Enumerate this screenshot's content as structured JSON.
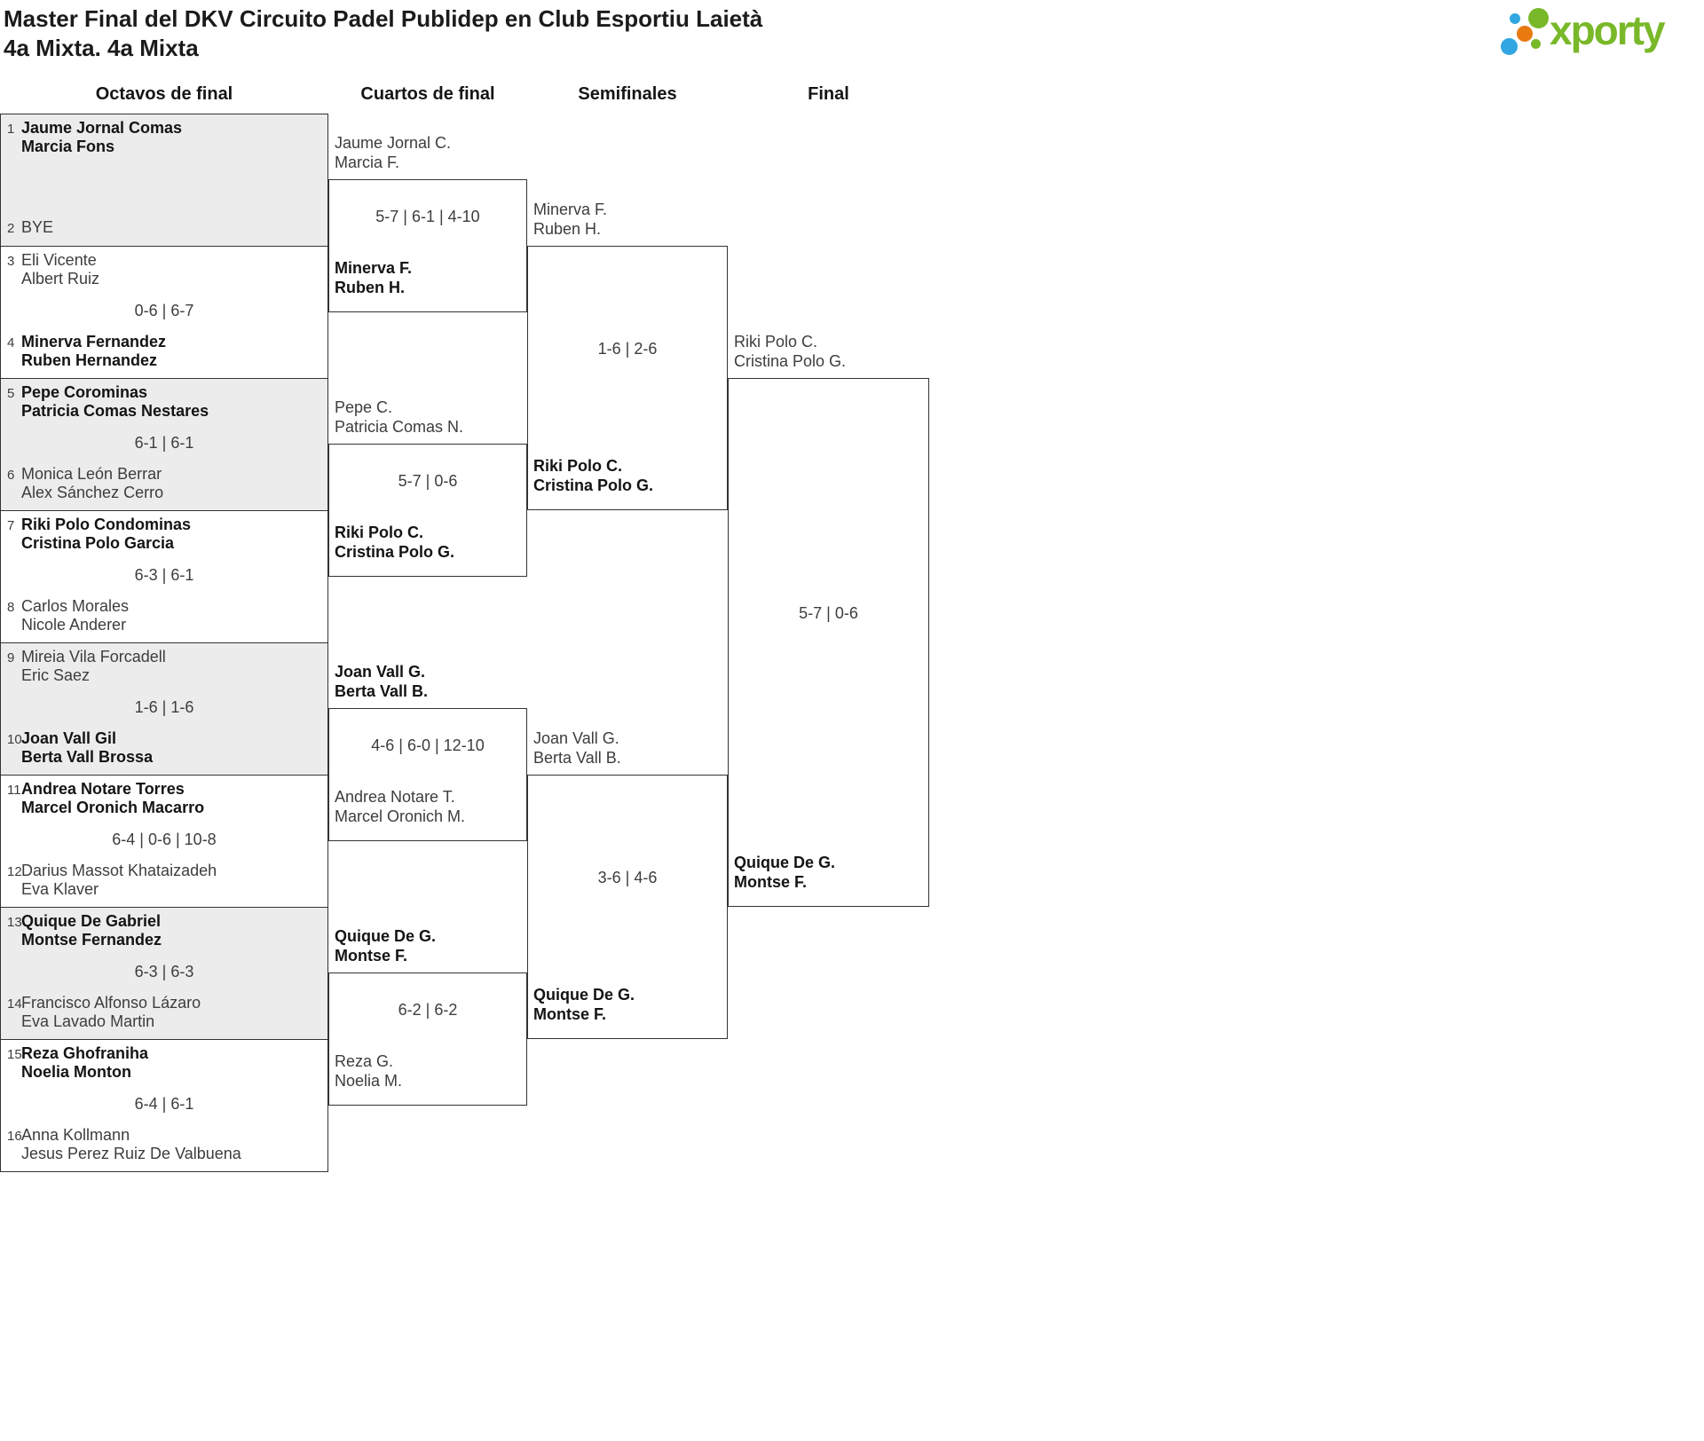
{
  "page": {
    "title": "Master Final del DKV Circuito Padel Publidep en Club Esportiu Laietà",
    "subtitle": "4a Mixta. 4a Mixta"
  },
  "logo": {
    "brand": "xporty",
    "colors": {
      "green": "#79b829",
      "orange": "#e87a10",
      "blue": "#31a6e0"
    }
  },
  "round_headers": [
    "Octavos de final",
    "Cuartos de final",
    "Semifinales",
    "Final"
  ],
  "octavos": [
    {
      "seed_a": "1",
      "team_a": [
        "Jaume Jornal Comas",
        "Marcia Fons"
      ],
      "winner_a": true,
      "score": "",
      "seed_b": "2",
      "team_b": [
        "BYE"
      ],
      "winner_b": false
    },
    {
      "seed_a": "3",
      "team_a": [
        "Eli Vicente",
        "Albert Ruiz"
      ],
      "winner_a": false,
      "score": "0-6 | 6-7",
      "seed_b": "4",
      "team_b": [
        "Minerva Fernandez",
        "Ruben Hernandez"
      ],
      "winner_b": true
    },
    {
      "seed_a": "5",
      "team_a": [
        "Pepe Corominas",
        "Patricia Comas Nestares"
      ],
      "winner_a": true,
      "score": "6-1 | 6-1",
      "seed_b": "6",
      "team_b": [
        "Monica León Berrar",
        "Alex Sánchez Cerro"
      ],
      "winner_b": false
    },
    {
      "seed_a": "7",
      "team_a": [
        "Riki Polo Condominas",
        "Cristina Polo Garcia"
      ],
      "winner_a": true,
      "score": "6-3 | 6-1",
      "seed_b": "8",
      "team_b": [
        "Carlos Morales",
        "Nicole Anderer"
      ],
      "winner_b": false
    },
    {
      "seed_a": "9",
      "team_a": [
        "Mireia Vila Forcadell",
        "Eric Saez"
      ],
      "winner_a": false,
      "score": "1-6 | 1-6",
      "seed_b": "10",
      "team_b": [
        "Joan Vall Gil",
        "Berta Vall Brossa"
      ],
      "winner_b": true
    },
    {
      "seed_a": "11",
      "team_a": [
        "Andrea Notare Torres",
        "Marcel Oronich Macarro"
      ],
      "winner_a": true,
      "score": "6-4 | 0-6 | 10-8",
      "seed_b": "12",
      "team_b": [
        "Darius Massot Khataizadeh",
        "Eva Klaver"
      ],
      "winner_b": false
    },
    {
      "seed_a": "13",
      "team_a": [
        "Quique De Gabriel",
        "Montse Fernandez"
      ],
      "winner_a": true,
      "score": "6-3 | 6-3",
      "seed_b": "14",
      "team_b": [
        "Francisco Alfonso Lázaro",
        "Eva Lavado Martin"
      ],
      "winner_b": false
    },
    {
      "seed_a": "15",
      "team_a": [
        "Reza Ghofraniha",
        "Noelia Monton"
      ],
      "winner_a": true,
      "score": "6-4 | 6-1",
      "seed_b": "16",
      "team_b": [
        "Anna Kollmann",
        "Jesus Perez Ruiz De Valbuena"
      ],
      "winner_b": false
    }
  ],
  "cuartos": [
    {
      "team_a": [
        "Jaume Jornal C.",
        "Marcia F."
      ],
      "winner_a": false,
      "score": "5-7 | 6-1 | 4-10",
      "team_b": [
        "Minerva F.",
        "Ruben H."
      ],
      "winner_b": true
    },
    {
      "team_a": [
        "Pepe C.",
        "Patricia Comas N."
      ],
      "winner_a": false,
      "score": "5-7 | 0-6",
      "team_b": [
        "Riki Polo C.",
        "Cristina Polo G."
      ],
      "winner_b": true
    },
    {
      "team_a": [
        "Joan Vall G.",
        "Berta Vall B."
      ],
      "winner_a": true,
      "score": "4-6 | 6-0 | 12-10",
      "team_b": [
        "Andrea Notare T.",
        "Marcel Oronich M."
      ],
      "winner_b": false
    },
    {
      "team_a": [
        "Quique De G.",
        "Montse F."
      ],
      "winner_a": true,
      "score": "6-2 | 6-2",
      "team_b": [
        "Reza G.",
        "Noelia M."
      ],
      "winner_b": false
    }
  ],
  "semifinales": [
    {
      "team_a": [
        "Minerva F.",
        "Ruben H."
      ],
      "winner_a": false,
      "score": "1-6 | 2-6",
      "team_b": [
        "Riki Polo C.",
        "Cristina Polo G."
      ],
      "winner_b": true
    },
    {
      "team_a": [
        "Joan Vall G.",
        "Berta Vall B."
      ],
      "winner_a": false,
      "score": "3-6 | 4-6",
      "team_b": [
        "Quique De G.",
        "Montse F."
      ],
      "winner_b": true
    }
  ],
  "final": [
    {
      "team_a": [
        "Riki Polo C.",
        "Cristina Polo G."
      ],
      "winner_a": false,
      "score": "5-7 | 0-6",
      "team_b": [
        "Quique De G.",
        "Montse F."
      ],
      "winner_b": true
    }
  ]
}
